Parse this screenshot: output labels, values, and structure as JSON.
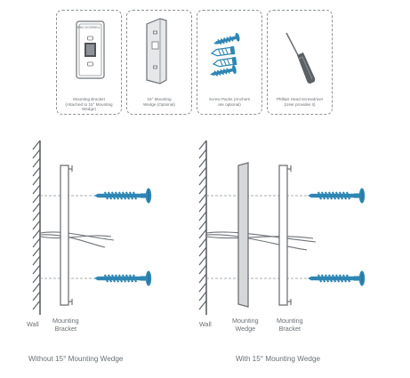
{
  "parts": [
    {
      "id": "mounting-bracket",
      "caption_line1": "Mounting Bracket",
      "caption_line2": "(Attached to 15° Mounting Wedge)",
      "device_brand_text": "RING·DOORBELL"
    },
    {
      "id": "mounting-wedge",
      "caption_line1": "15° Mounting",
      "caption_line2": "Wedge (Optional)"
    },
    {
      "id": "screw-packs",
      "caption_line1": "Screw Packs (Anchors",
      "caption_line2": "are optional)"
    },
    {
      "id": "screwdriver",
      "caption_line1": "Phillips Head Screwdriver",
      "caption_line2": "(User provides it)"
    }
  ],
  "left_panel": {
    "wall_label": "Wall",
    "bracket_label_line1": "Mounting",
    "bracket_label_line2": "Bracket",
    "caption": "Without 15° Mounting Wedge"
  },
  "right_panel": {
    "wall_label": "Wall",
    "wedge_label_line1": "Mounting",
    "wedge_label_line2": "Wedge",
    "bracket_label_line1": "Mounting",
    "bracket_label_line2": "Bracket",
    "caption": "With 15° Mounting Wedge"
  },
  "colors": {
    "line": "#6f7378",
    "screw": "#2e86b3",
    "screw_dark": "#1f6d96",
    "wedge_fill": "#d6d7d9",
    "wall_hatch": "#5d6166"
  }
}
